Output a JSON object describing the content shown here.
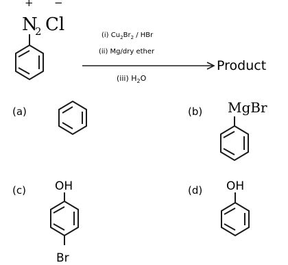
{
  "reactant": {
    "diazonium_main": "N",
    "diazonium_sub": "2",
    "plus": "+",
    "minus": "−",
    "counter_ion": "Cl"
  },
  "conditions": [
    {
      "num": "(i)",
      "parts": [
        "Cu",
        "2",
        "Br",
        "2",
        " / HBr"
      ]
    },
    {
      "num": "(ii)",
      "parts": [
        "Mg/dry ether"
      ]
    },
    {
      "num": "(iii)",
      "parts": [
        "H",
        "2",
        "O"
      ]
    }
  ],
  "product_label": "Product",
  "options": [
    {
      "label": "(a)",
      "group": ""
    },
    {
      "label": "(b)",
      "group": "MgBr"
    },
    {
      "label": "(c)",
      "group": "OH",
      "bottom_group": "Br"
    },
    {
      "label": "(d)",
      "group": "OH"
    }
  ],
  "colors": {
    "ink": "#1a1a1a"
  }
}
